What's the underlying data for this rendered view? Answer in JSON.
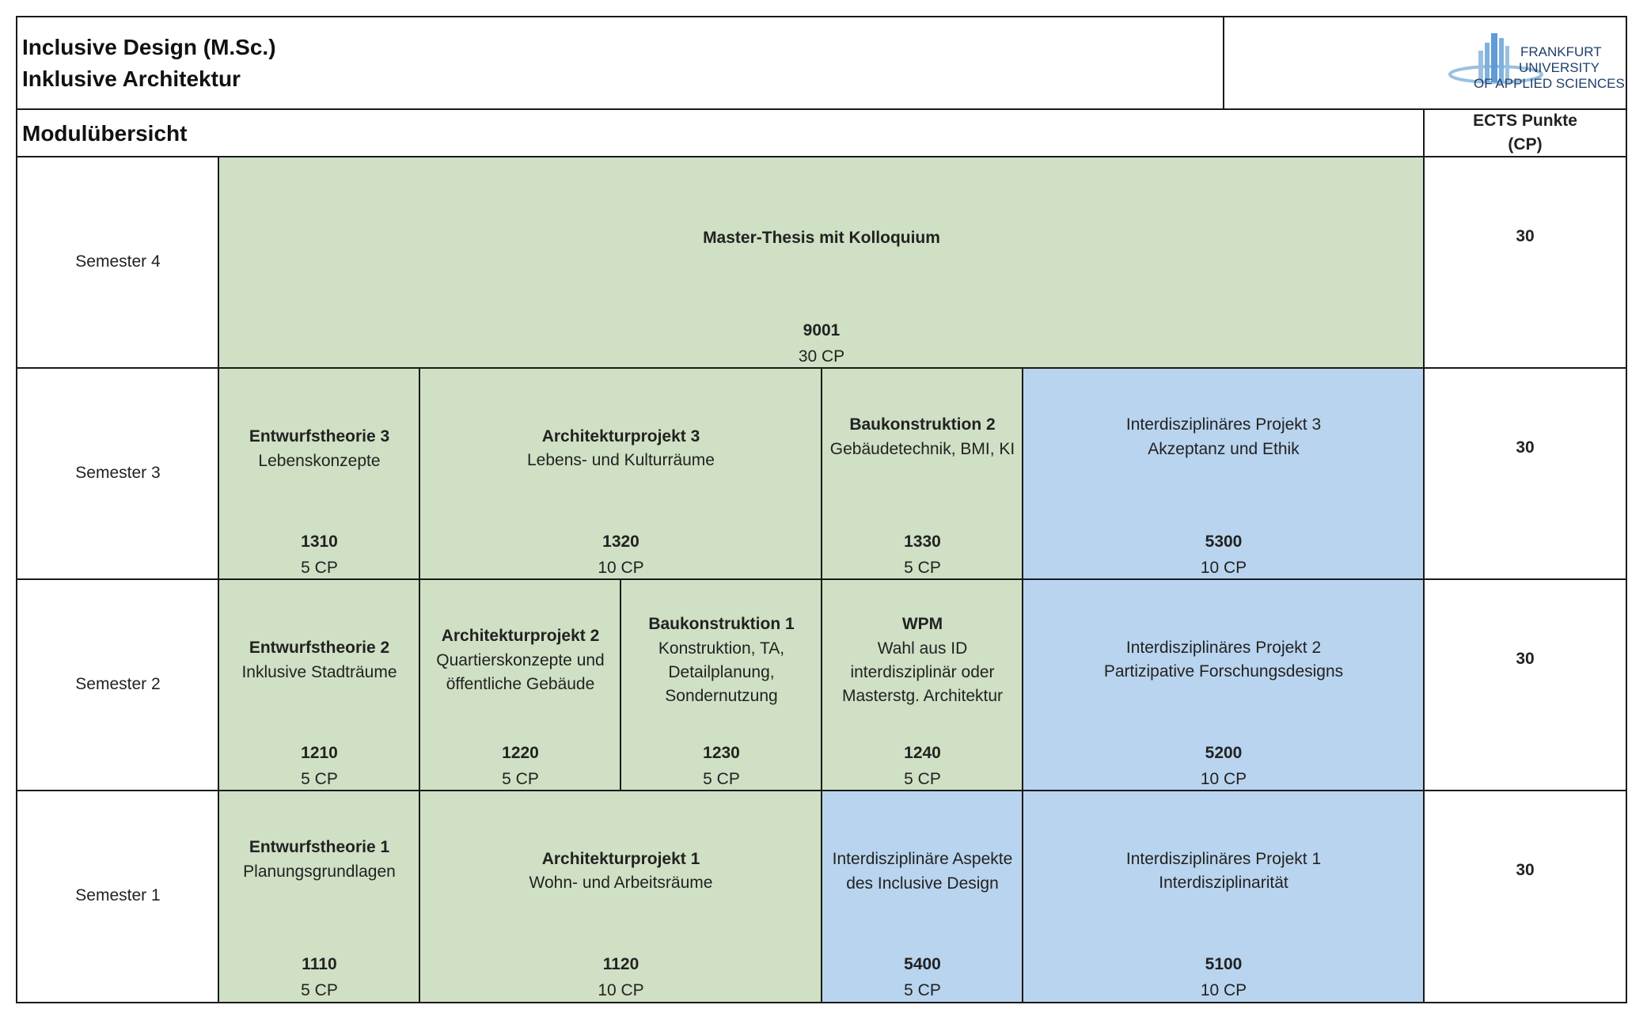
{
  "header": {
    "title_line1": "Inclusive Design (M.Sc.)",
    "title_line2": "Inklusive Architektur",
    "logo": {
      "line1": "FRANKFURT",
      "line2": "UNIVERSITY",
      "line3": "OF APPLIED SCIENCES",
      "color": "#1f5fa8"
    }
  },
  "overview": {
    "label": "Modulübersicht",
    "ects_line1": "ECTS Punkte",
    "ects_line2": "(CP)"
  },
  "colors": {
    "green": "#cfe0c4",
    "blue": "#b9d4ee",
    "border": "#1a1a1a"
  },
  "semesters": [
    {
      "label": "Semester 4",
      "ects": "30",
      "modules": [
        {
          "title": "Master-Thesis mit Kolloquium",
          "subtitle": "",
          "code": "9001",
          "cp": "30 CP",
          "color": "green"
        }
      ]
    },
    {
      "label": "Semester 3",
      "ects": "30",
      "modules": [
        {
          "title": "Entwurfstheorie 3",
          "subtitle": "Lebenskonzepte",
          "code": "1310",
          "cp": "5 CP",
          "color": "green"
        },
        {
          "title": "Architekturprojekt 3",
          "subtitle": "Lebens- und Kulturräume",
          "code": "1320",
          "cp": "10 CP",
          "color": "green"
        },
        {
          "title": "Baukonstruktion 2",
          "subtitle": "Gebäudetechnik, BMI, KI",
          "code": "1330",
          "cp": "5 CP",
          "color": "green"
        },
        {
          "title": "",
          "subtitle_lines": [
            "Interdisziplinäres Projekt 3",
            "Akzeptanz und Ethik"
          ],
          "code": "5300",
          "cp": "10 CP",
          "color": "blue"
        }
      ]
    },
    {
      "label": "Semester 2",
      "ects": "30",
      "modules": [
        {
          "title": "Entwurfstheorie 2",
          "subtitle": "Inklusive Stadträume",
          "code": "1210",
          "cp": "5 CP",
          "color": "green"
        },
        {
          "title": "Architekturprojekt 2",
          "subtitle_lines": [
            "Quartierskonzepte und",
            "öffentliche Gebäude"
          ],
          "code": "1220",
          "cp": "5 CP",
          "color": "green"
        },
        {
          "title": "Baukonstruktion 1",
          "subtitle_lines": [
            "Konstruktion, TA,",
            "Detailplanung,",
            "Sondernutzung"
          ],
          "code": "1230",
          "cp": "5 CP",
          "color": "green"
        },
        {
          "title": "WPM",
          "subtitle_lines": [
            "Wahl aus ID",
            "interdisziplinär oder",
            "Masterstg. Architektur"
          ],
          "code": "1240",
          "cp": "5 CP",
          "color": "green"
        },
        {
          "title": "",
          "subtitle_lines": [
            "Interdisziplinäres Projekt 2",
            "Partizipative Forschungsdesigns"
          ],
          "code": "5200",
          "cp": "10 CP",
          "color": "blue"
        }
      ]
    },
    {
      "label": "Semester 1",
      "ects": "30",
      "modules": [
        {
          "title": "Entwurfstheorie 1",
          "subtitle": "Planungsgrundlagen",
          "code": "1110",
          "cp": "5 CP",
          "color": "green"
        },
        {
          "title": "Architekturprojekt 1",
          "subtitle": "Wohn- und Arbeitsräume",
          "code": "1120",
          "cp": "10 CP",
          "color": "green"
        },
        {
          "title": "",
          "subtitle_lines": [
            "Interdisziplinäre Aspekte",
            "des Inclusive Design"
          ],
          "code": "5400",
          "cp": "5 CP",
          "color": "blue"
        },
        {
          "title": "",
          "subtitle_lines": [
            "Interdisziplinäres Projekt 1",
            "Interdisziplinarität"
          ],
          "code": "5100",
          "cp": "10 CP",
          "color": "blue"
        }
      ]
    }
  ]
}
